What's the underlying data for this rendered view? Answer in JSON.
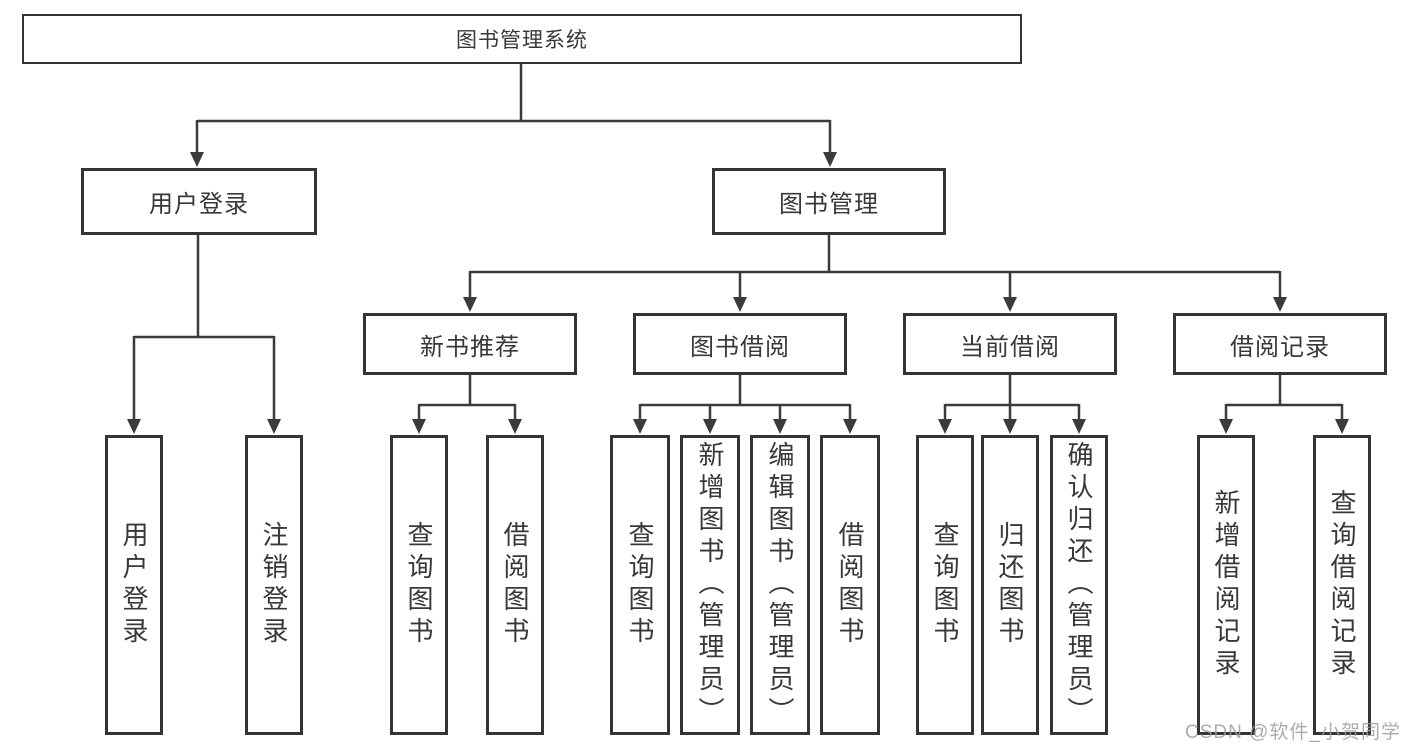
{
  "diagram": {
    "root": {
      "label": "图书管理系统",
      "children": [
        {
          "label": "用户登录",
          "children": [
            {
              "label": "用户登录"
            },
            {
              "label": "注销登录"
            }
          ]
        },
        {
          "label": "图书管理",
          "children": [
            {
              "label": "新书推荐",
              "children": [
                {
                  "label": "查询图书"
                },
                {
                  "label": "借阅图书"
                }
              ]
            },
            {
              "label": "图书借阅",
              "children": [
                {
                  "label": "查询图书"
                },
                {
                  "label": "新增图书（管理员）"
                },
                {
                  "label": "编辑图书（管理员）"
                },
                {
                  "label": "借阅图书"
                }
              ]
            },
            {
              "label": "当前借阅",
              "children": [
                {
                  "label": "查询图书"
                },
                {
                  "label": "归还图书"
                },
                {
                  "label": "确认归还（管理员）"
                }
              ]
            },
            {
              "label": "借阅记录",
              "children": [
                {
                  "label": "新增借阅记录"
                },
                {
                  "label": "查询借阅记录"
                }
              ]
            }
          ]
        }
      ]
    }
  },
  "watermark": {
    "text": "CSDN @软件_小贺同学"
  },
  "colors": {
    "line": "#3b3b3b",
    "border": "#343434",
    "text": "#383838",
    "watermark": "#9e9e9e",
    "background": "#ffffff"
  }
}
